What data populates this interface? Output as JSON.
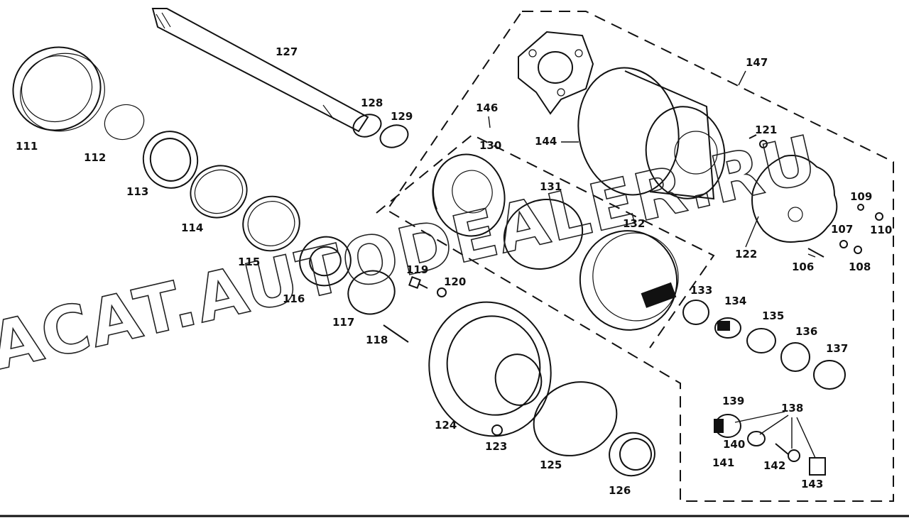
{
  "watermark": {
    "left": "ACAT.AUTODEALER.RU",
    "right": "ER.RU"
  },
  "labels": {
    "p106": "106",
    "p107": "107",
    "p108": "108",
    "p109": "109",
    "p110": "110",
    "p111": "111",
    "p112": "112",
    "p113": "113",
    "p114": "114",
    "p115": "115",
    "p116": "116",
    "p117": "117",
    "p118": "118",
    "p119": "119",
    "p120": "120",
    "p121": "121",
    "p122": "122",
    "p123": "123",
    "p124": "124",
    "p125": "125",
    "p126": "126",
    "p127": "127",
    "p128": "128",
    "p129": "129",
    "p130": "130",
    "p131": "131",
    "p132": "132",
    "p133": "133",
    "p134": "134",
    "p135": "135",
    "p136": "136",
    "p137": "137",
    "p138": "138",
    "p139": "139",
    "p140": "140",
    "p141": "141",
    "p142": "142",
    "p143": "143",
    "p144": "144",
    "p146": "146",
    "p147": "147"
  }
}
